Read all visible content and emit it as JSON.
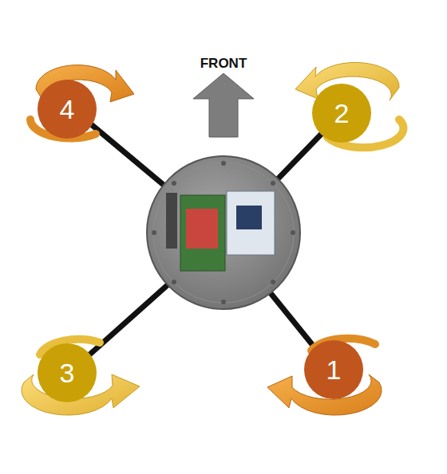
{
  "diagram": {
    "nodes": [
      {
        "text": [
          "4"
        ]
      },
      {
        "text": [
          "2"
        ]
      },
      {
        "text": [
          "3"
        ]
      },
      {
        "text": [
          "1"
        ]
      }
    ],
    "labels": [
      "FRONT"
    ]
  }
}
